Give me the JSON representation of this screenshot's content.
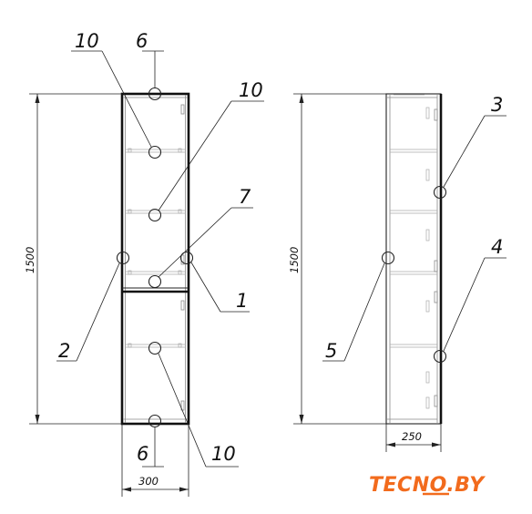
{
  "callouts": {
    "front_top_6": "6",
    "front_top_10": "10",
    "front_right_10": "10",
    "front_7": "7",
    "front_1": "1",
    "front_2": "2",
    "front_bottom_6": "6",
    "front_bottom_10": "10",
    "side_3": "3",
    "side_4": "4",
    "side_5": "5"
  },
  "dimensions": {
    "front_height": "1500",
    "front_width": "300",
    "side_height": "1500",
    "side_depth": "250"
  },
  "logo": {
    "text_a": "TEC",
    "text_b": "N",
    "text_c": "O",
    "text_d": ".BY",
    "color": "#f26b1d"
  }
}
